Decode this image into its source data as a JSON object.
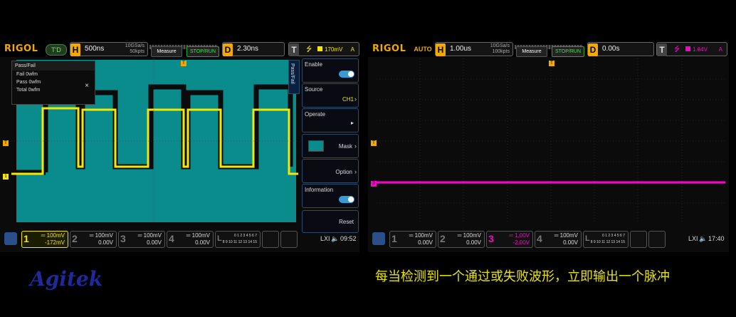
{
  "left": {
    "logo": "RIGOL",
    "mode": "T'D",
    "horizontal": {
      "letter": "H",
      "value": "500ns",
      "rate": "10GSa/s",
      "points": "50kpts"
    },
    "buttons": {
      "measure": "Measure",
      "stop_run": "STOP/RUN"
    },
    "delay": {
      "letter": "D",
      "value": "2.30ns"
    },
    "trigger": {
      "letter": "T",
      "level": "170mV",
      "channel": "A"
    },
    "pass_fail_dialog": {
      "title": "Pass/Fail",
      "close": "×",
      "rows": [
        "Fail   0wfm",
        "Pass   0wfm",
        "Total  0wfm"
      ]
    },
    "side_tab": "Pass/Fail",
    "menu": {
      "enable": "Enable",
      "source_label": "Source",
      "source_value": "CH1",
      "operate": "Operate",
      "operate_value": "▸",
      "mask": "Mask",
      "option": "Option",
      "information": "Information",
      "reset": "Reset"
    },
    "channels": [
      {
        "num": "1",
        "scale": "═ 100mV",
        "offset": "-172mV"
      },
      {
        "num": "2",
        "scale": "═ 100mV",
        "offset": "0.00V"
      },
      {
        "num": "3",
        "scale": "═ 100mV",
        "offset": "0.00V"
      },
      {
        "num": "4",
        "scale": "═ 100mV",
        "offset": "0.00V"
      }
    ],
    "la": {
      "letter": "L",
      "row1": "0 1 2 3 4 5 6 7",
      "row2": "8 9 10 11 12 13 14 15"
    },
    "clock": "09:52",
    "markers": {
      "trigger_pos": "T",
      "level": "T",
      "ch1": "1"
    }
  },
  "right": {
    "logo": "RIGOL",
    "mode": "AUTO",
    "horizontal": {
      "letter": "H",
      "value": "1.00us",
      "rate": "10GSa/s",
      "points": "100kpts"
    },
    "buttons": {
      "measure": "Measure",
      "stop_run": "STOP/RUN"
    },
    "delay": {
      "letter": "D",
      "value": "0.00s"
    },
    "trigger": {
      "letter": "T",
      "level": "1.64V",
      "channel": "A"
    },
    "channels": [
      {
        "num": "1",
        "scale": "═ 100mV",
        "offset": "0.00V"
      },
      {
        "num": "2",
        "scale": "═ 100mV",
        "offset": "0.00V"
      },
      {
        "num": "3",
        "scale": "═ 1.00V",
        "offset": "-2.00V"
      },
      {
        "num": "4",
        "scale": "═ 100mV",
        "offset": "0.00V"
      }
    ],
    "la": {
      "letter": "L",
      "row1": "0 1 2 3 4 5 6 7",
      "row2": "8 9 10 11 12 13 14 15"
    },
    "clock": "17:40",
    "markers": {
      "trigger_pos": "T",
      "level": "T",
      "ch3": "3"
    }
  },
  "brand": "Agitek",
  "caption": "每当检测到一个通过或失败波形，立即输出一个脉冲",
  "colors": {
    "ch1": "#f5e800",
    "ch3": "#ff00cc",
    "mask": "#0a8c8c",
    "accent": "#f2a900"
  },
  "lxi": "LXI"
}
